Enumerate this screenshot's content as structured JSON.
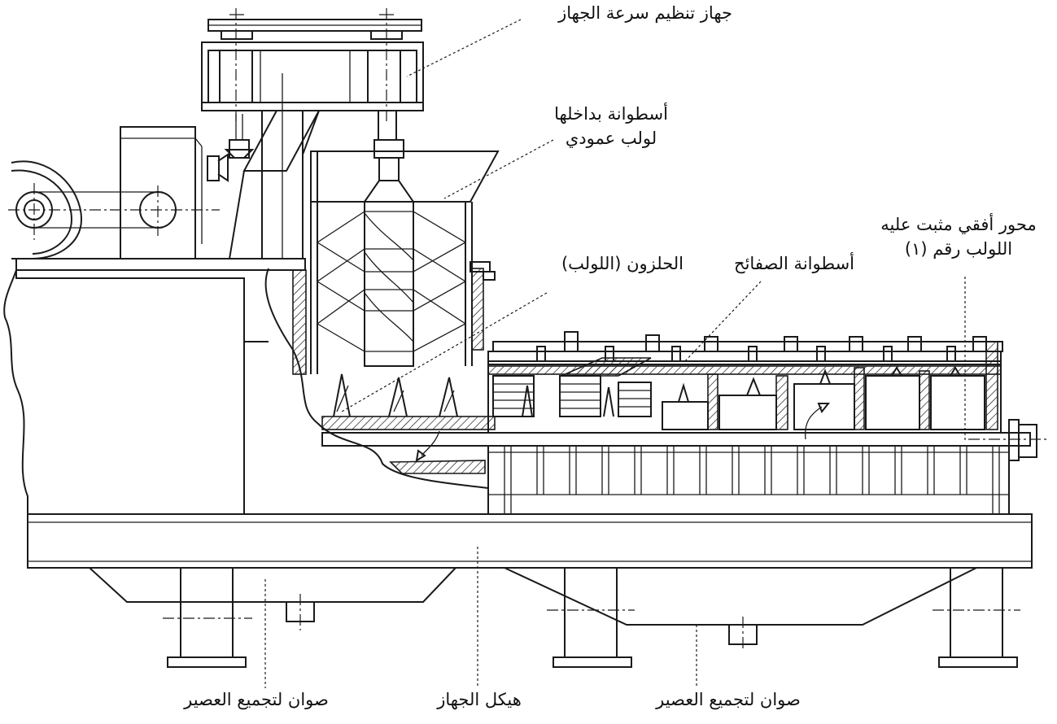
{
  "labels": {
    "speed_regulator": "جهاز تنظيم سرعة الجهاز",
    "vertical_screw_cylinder_line1": "أسطوانة بداخلها",
    "vertical_screw_cylinder_line2": "لولب عمودي",
    "horizontal_shaft_line1": "محور أفقي مثبت عليه",
    "horizontal_shaft_line2": "اللولب رقم (١)",
    "screw_conveyor": "الحلزون (اللولب)",
    "plates_cylinder": "أسطوانة الصفائح",
    "juice_tray_left": "صوان لتجميع العصير",
    "machine_frame": "هيكل الجهاز",
    "juice_tray_right": "صوان لتجميع العصير"
  },
  "colors": {
    "line": "#1a1a1a",
    "background": "#ffffff"
  }
}
